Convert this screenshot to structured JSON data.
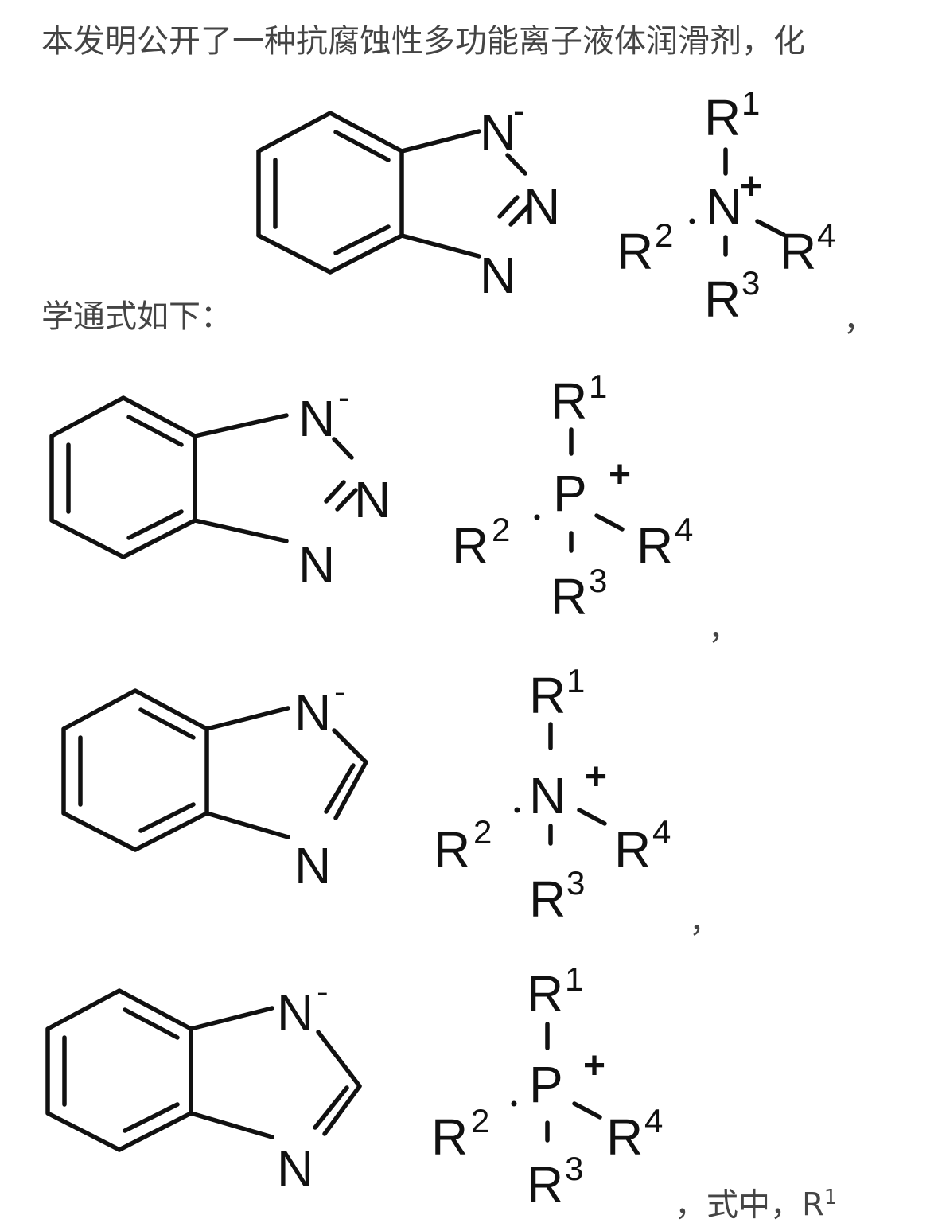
{
  "text": {
    "line1": "本发明公开了一种抗腐蚀性多功能离子液体润滑剂，化",
    "line2": "学通式如下：",
    "comma": "，",
    "tail": "，式中，R"
  },
  "formulas": [
    {
      "anion": "benzotriazolide",
      "cation_center": "N",
      "labels": {
        "anion_n1": "N",
        "anion_n2": "N",
        "anion_n3": "N",
        "anion_charge": "-",
        "center": "N",
        "center_charge": "+",
        "r1": "R",
        "r1_sup": "1",
        "r2": "R",
        "r2_sup": "2",
        "r3": "R",
        "r3_sup": "3",
        "r4": "R",
        "r4_sup": "4"
      }
    },
    {
      "anion": "benzotriazolide",
      "cation_center": "P",
      "labels": {
        "anion_n1": "N",
        "anion_n2": "N",
        "anion_n3": "N",
        "anion_charge": "-",
        "center": "P",
        "center_charge": "+",
        "r1": "R",
        "r1_sup": "1",
        "r2": "R",
        "r2_sup": "2",
        "r3": "R",
        "r3_sup": "3",
        "r4": "R",
        "r4_sup": "4"
      }
    },
    {
      "anion": "benzimidazolide",
      "cation_center": "N",
      "labels": {
        "anion_n1": "N",
        "anion_n3": "N",
        "anion_charge": "-",
        "center": "N",
        "center_charge": "+",
        "r1": "R",
        "r1_sup": "1",
        "r2": "R",
        "r2_sup": "2",
        "r3": "R",
        "r3_sup": "3",
        "r4": "R",
        "r4_sup": "4"
      }
    },
    {
      "anion": "benzimidazolide",
      "cation_center": "P",
      "labels": {
        "anion_n1": "N",
        "anion_n3": "N",
        "anion_charge": "-",
        "center": "P",
        "center_charge": "+",
        "r1": "R",
        "r1_sup": "1",
        "r2": "R",
        "r2_sup": "2",
        "r3": "R",
        "r3_sup": "3",
        "r4": "R",
        "r4_sup": "4"
      }
    }
  ],
  "tail_sup": "1"
}
